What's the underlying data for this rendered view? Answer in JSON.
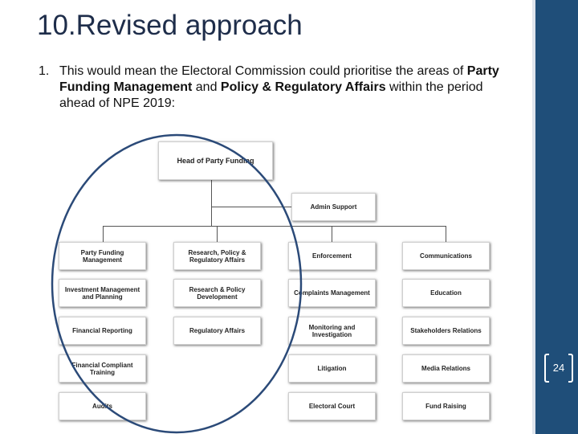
{
  "slide": {
    "title": "10.Revised approach",
    "bullet_number": "1.",
    "bullet_text_1": "This would mean the Electoral Commission could prioritise the areas of ",
    "bullet_bold_1": "Party Funding Management",
    "bullet_text_2": " and ",
    "bullet_bold_2": "Policy & Regulatory Affairs",
    "bullet_text_3": " within the period ahead of NPE 2019:",
    "page_number": "24"
  },
  "org_chart": {
    "head": "Head of Party Funding",
    "admin": "Admin Support",
    "col1": [
      "Party Funding Management",
      "Investment Management and Planning",
      "Financial Reporting",
      "Financial Compliant Training",
      "Audits"
    ],
    "col2": [
      "Research, Policy & Regulatory Affairs",
      "Research & Policy Development",
      "Regulatory Affairs"
    ],
    "col3": [
      "Enforcement",
      "Complaints Management",
      "Monitoring and Investigation",
      "Litigation",
      "Electoral Court"
    ],
    "col4": [
      "Communications",
      "Education",
      "Stakeholders Relations",
      "Media Relations",
      "Fund Raising"
    ]
  },
  "colors": {
    "accent_bar": "#1f4e79",
    "highlight_circle": "#2b4a78"
  }
}
